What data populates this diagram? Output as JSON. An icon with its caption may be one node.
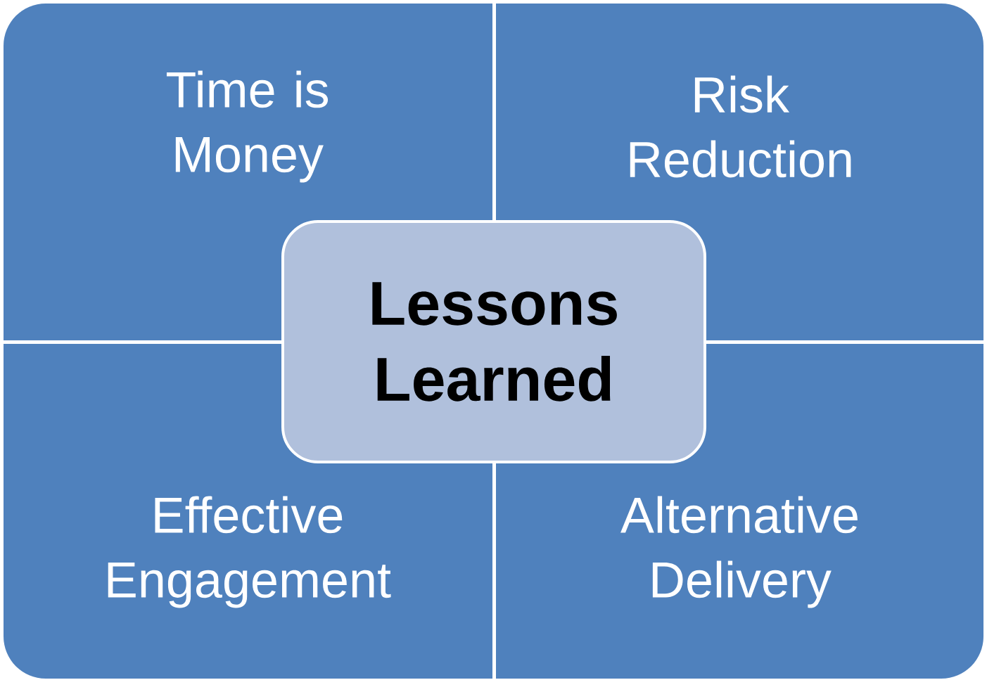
{
  "diagram": {
    "nodes": [
      {
        "text": [
          "Time is Money"
        ]
      },
      {
        "text": [
          "Risk Reduction"
        ]
      },
      {
        "text": [
          "Effective Engagement"
        ]
      },
      {
        "text": [
          "Alternative Delivery"
        ]
      },
      {
        "text": [
          "Lessons Learned"
        ]
      }
    ]
  }
}
